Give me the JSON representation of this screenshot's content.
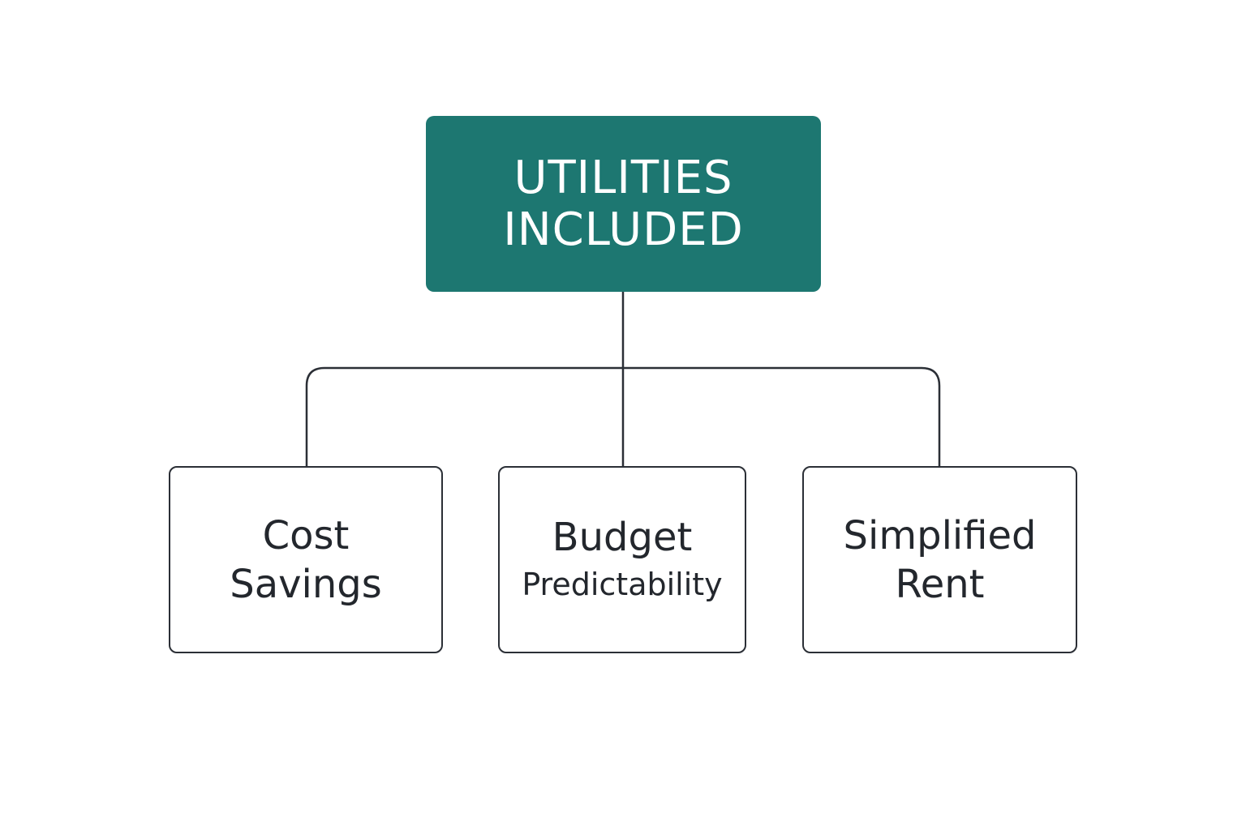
{
  "colors": {
    "root_fill": "#1d7771",
    "root_text": "#ffffff",
    "line": "#2b2f36",
    "child_text": "#23272d"
  },
  "root": {
    "line1": "UTILITIES",
    "line2": "INCLUDED"
  },
  "children": [
    {
      "line1": "Cost",
      "line2": "Savings"
    },
    {
      "line1": "Budget",
      "line2": "Predictability"
    },
    {
      "line1": "Simplified",
      "line2": "Rent"
    }
  ]
}
